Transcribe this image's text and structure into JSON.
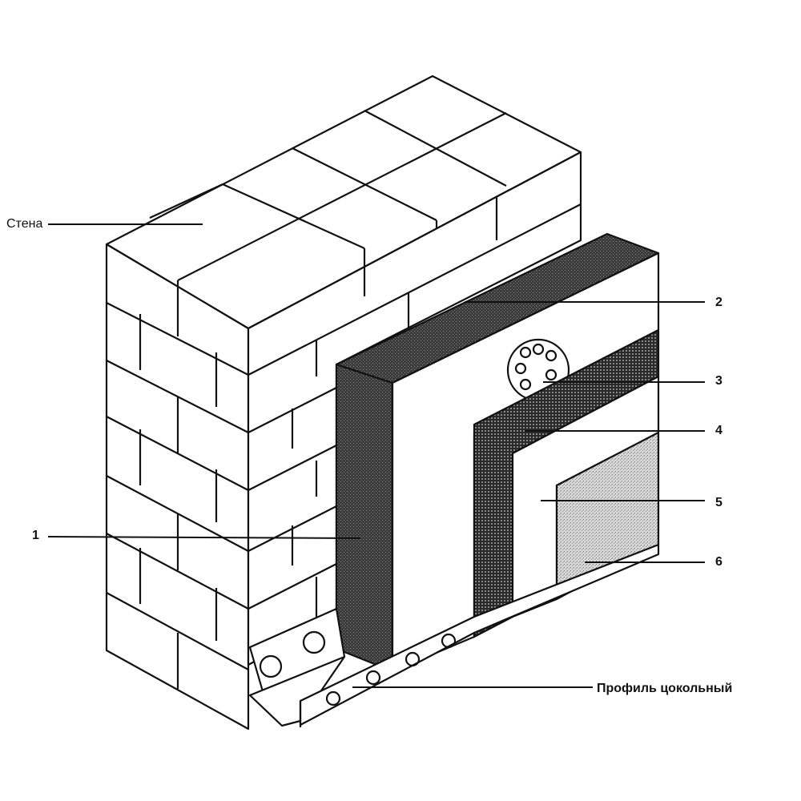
{
  "labels": {
    "wall": "Стена",
    "n1": "1",
    "n2": "2",
    "n3": "3",
    "n4": "4",
    "n5": "5",
    "n6": "6",
    "profile": "Профиль цокольный"
  }
}
